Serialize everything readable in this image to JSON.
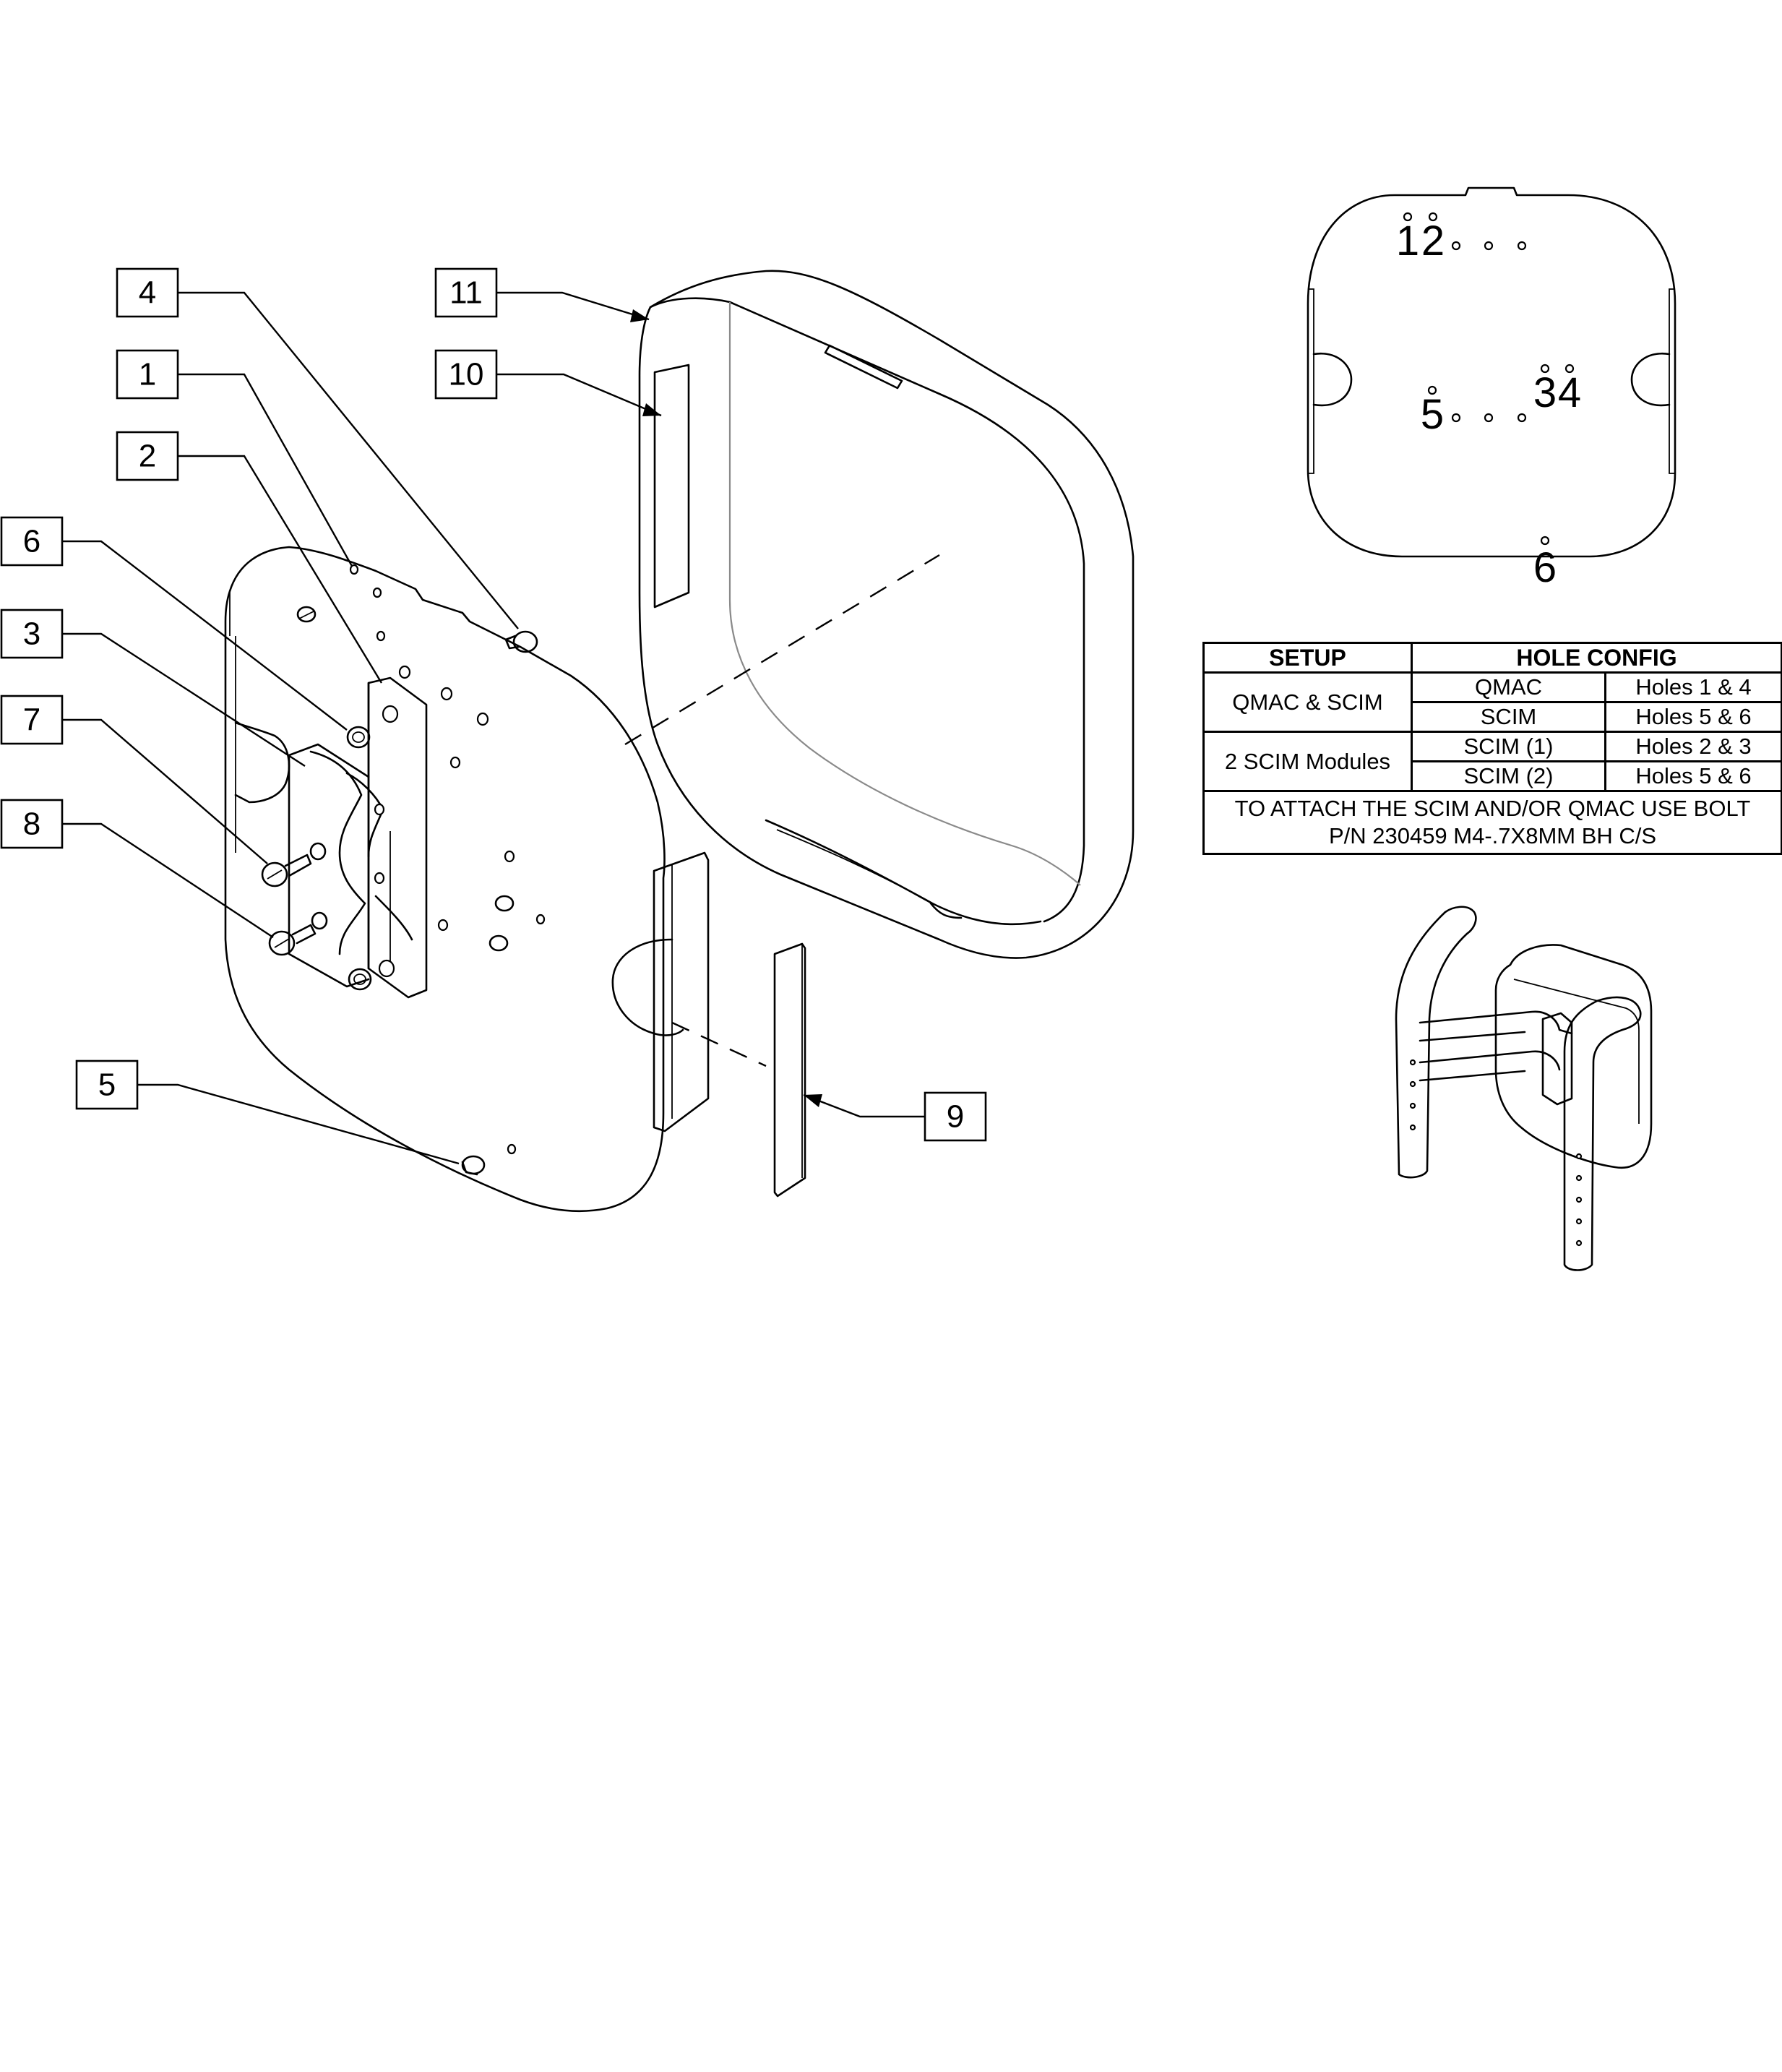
{
  "callouts": [
    {
      "id": "c4",
      "label": "4"
    },
    {
      "id": "c11",
      "label": "11"
    },
    {
      "id": "c1",
      "label": "1"
    },
    {
      "id": "c10",
      "label": "10"
    },
    {
      "id": "c2",
      "label": "2"
    },
    {
      "id": "c6",
      "label": "6"
    },
    {
      "id": "c3",
      "label": "3"
    },
    {
      "id": "c7",
      "label": "7"
    },
    {
      "id": "c8",
      "label": "8"
    },
    {
      "id": "c5",
      "label": "5"
    },
    {
      "id": "c9",
      "label": "9"
    }
  ],
  "hole_view": {
    "labels": [
      "1",
      "2",
      "3",
      "4",
      "5",
      "6"
    ]
  },
  "table": {
    "headers": [
      "SETUP",
      "HOLE CONFIG"
    ],
    "groups": [
      {
        "setup": "QMAC & SCIM",
        "rows": [
          [
            "QMAC",
            "Holes 1 & 4"
          ],
          [
            "SCIM",
            "Holes 5 & 6"
          ]
        ]
      },
      {
        "setup": "2 SCIM Modules",
        "rows": [
          [
            "SCIM (1)",
            "Holes 2 & 3"
          ],
          [
            "SCIM (2)",
            "Holes 5 & 6"
          ]
        ]
      }
    ],
    "note_line1": "TO ATTACH THE SCIM AND/OR QMAC USE BOLT",
    "note_line2": "P/N 230459 M4-.7X8MM BH C/S"
  }
}
